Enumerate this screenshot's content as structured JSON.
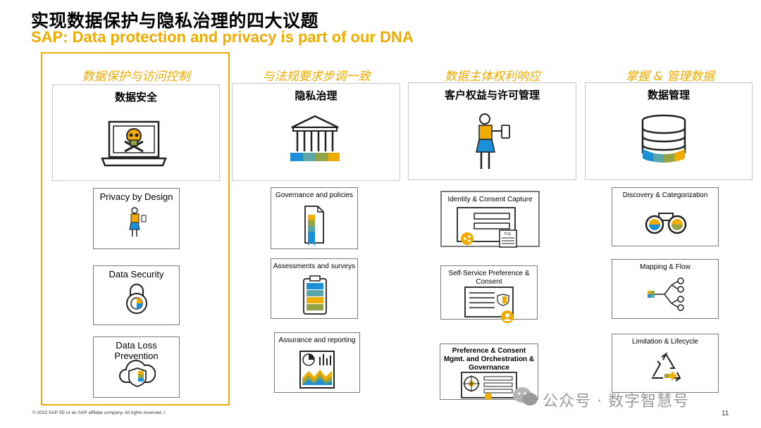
{
  "slide": {
    "title": "实现数据保护与隐私治理的四大议题",
    "subtitle": "SAP: Data protection and privacy is part of our DNA",
    "footer": "© 2022 SAP SE or an SAP affiliate company. All rights reserved.  ǀ",
    "page_number": "11",
    "watermark": "公众号 · 数字智慧号"
  },
  "colors": {
    "accent": "#f0ab00",
    "blue": "#1b90d6",
    "teal": "#5aa6a8",
    "olive": "#93a345",
    "dark": "#222222"
  },
  "columns": [
    {
      "heading": "数据保护与访问控制",
      "main": {
        "title": "数据安全",
        "icon": "laptop-skull-icon"
      },
      "cards": [
        {
          "title": "Privacy by Design",
          "icon": "person-device-icon"
        },
        {
          "title": "Data Security",
          "icon": "padlock-icon"
        },
        {
          "title": "Data Loss Prevention",
          "icon": "cloud-shield-icon"
        }
      ]
    },
    {
      "heading": "与法规要求步调一致",
      "main": {
        "title": "隐私治理",
        "icon": "government-building-icon"
      },
      "cards": [
        {
          "title": "Governance and policies",
          "icon": "document-ribbon-icon"
        },
        {
          "title": "Assessments and surveys",
          "icon": "clipboard-checklist-icon"
        },
        {
          "title": "Assurance and reporting",
          "icon": "report-charts-icon"
        }
      ]
    },
    {
      "heading": "数据主体权利响应",
      "main": {
        "title": "客户权益与许可管理",
        "icon": "person-phone-icon"
      },
      "cards": [
        {
          "title": "Identity & Consent Capture",
          "icon": "consent-form-icon",
          "tos": "TOS"
        },
        {
          "title": "Self-Service Preference & Consent",
          "icon": "preference-form-icon"
        },
        {
          "title": "Preference & Consent Mgmt. and Orchestration  &  Governance",
          "icon": "orchestration-panel-icon"
        }
      ]
    },
    {
      "heading": "掌握 & 管理数据",
      "main": {
        "title": "数据管理",
        "icon": "database-icon"
      },
      "cards": [
        {
          "title": "Discovery & Categorization",
          "icon": "binoculars-icon"
        },
        {
          "title": "Mapping & Flow",
          "icon": "flow-tree-icon"
        },
        {
          "title": "Limitation & Lifecycle",
          "icon": "recycle-icon"
        }
      ]
    }
  ]
}
